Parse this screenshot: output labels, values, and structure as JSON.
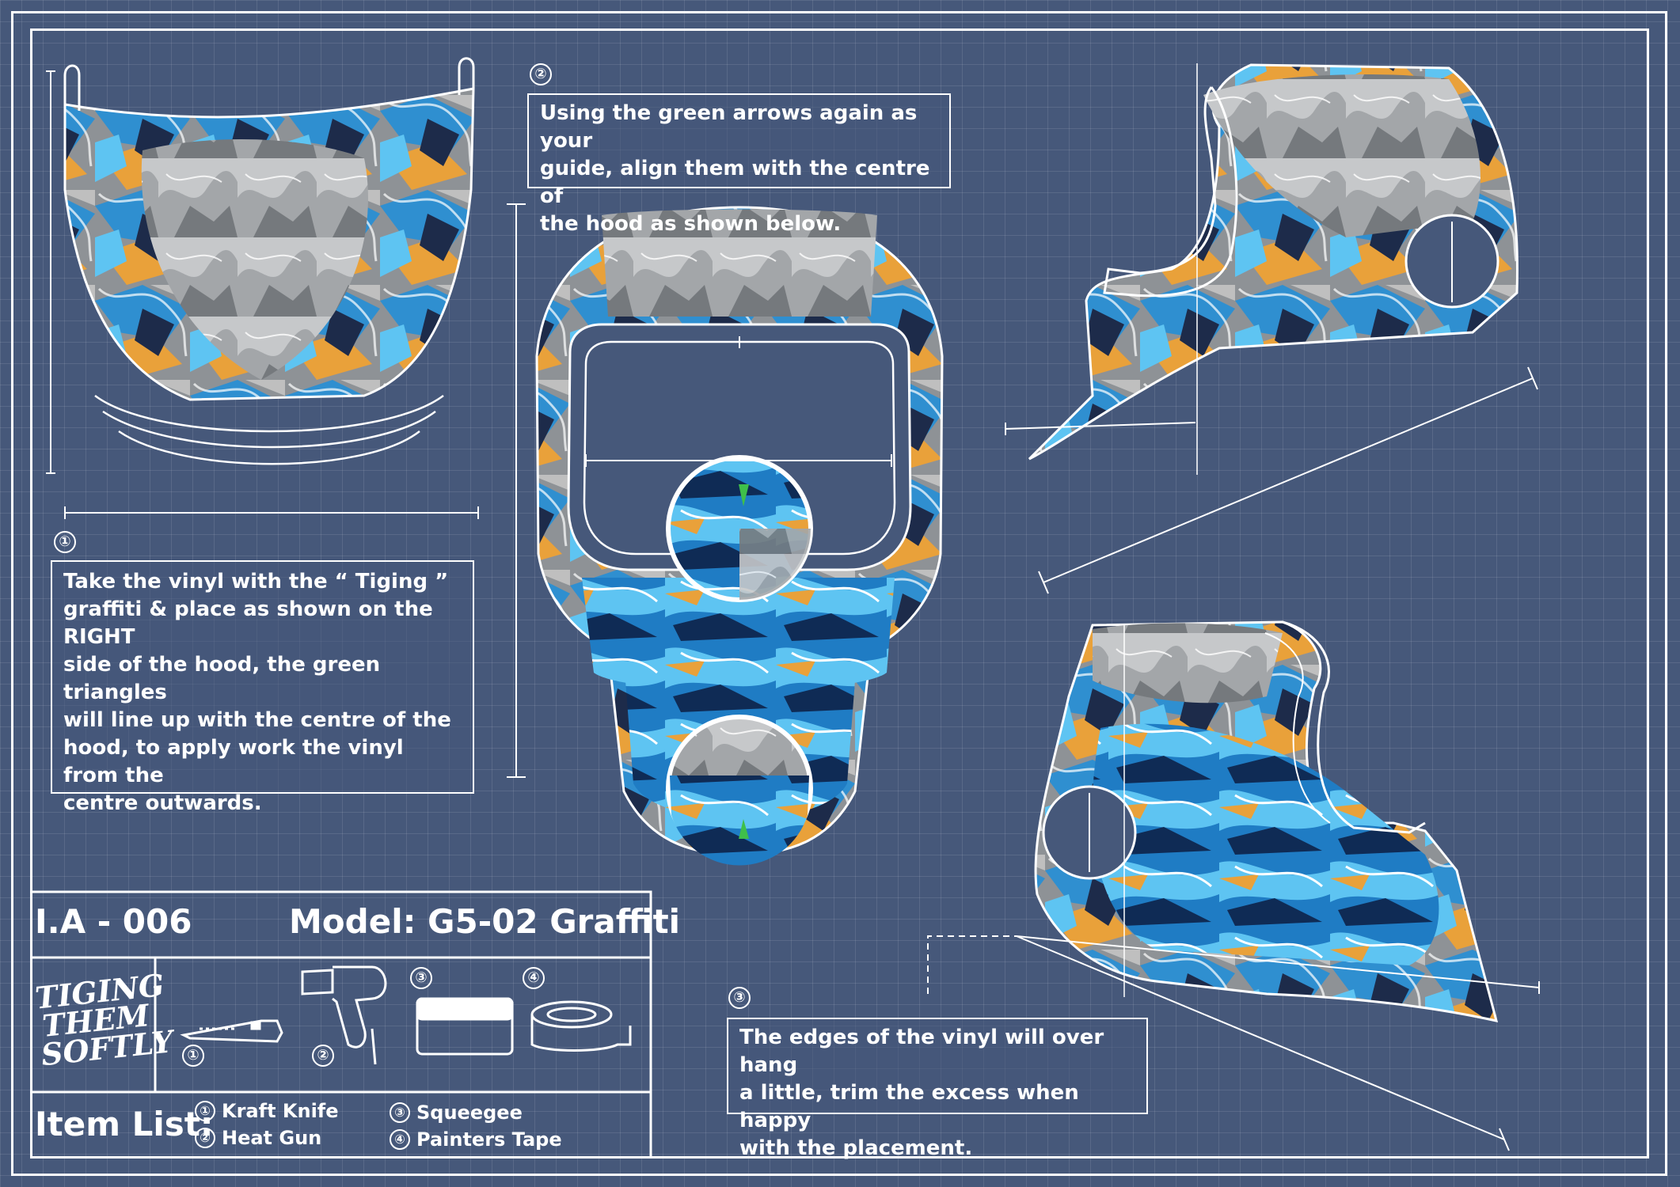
{
  "steps": [
    {
      "number": "①",
      "text": "Take the vinyl with the “ Tiging ”\ngraffiti & place as shown on the RIGHT\nside of the hood, the green triangles\nwill line up with the centre of the\nhood, to apply work the vinyl from the\ncentre outwards."
    },
    {
      "number": "②",
      "text": "Using the green arrows again as your\nguide, align them with the centre of\nthe hood as shown below."
    },
    {
      "number": "③",
      "text": "The edges of the vinyl will over hang\na little, trim the excess when happy\nwith the placement."
    }
  ],
  "info": {
    "code": "I.A - 006",
    "model": "Model: G5-02 Graffiti",
    "brand": "TIGING\nTHEM\nSOFTLY",
    "item_list_label": "Item List:",
    "items": [
      {
        "number": "①",
        "label": "Kraft Knife"
      },
      {
        "number": "②",
        "label": "Heat Gun"
      },
      {
        "number": "③",
        "label": "Squeegee"
      },
      {
        "number": "④",
        "label": "Painters Tape"
      }
    ],
    "tool_numbers": [
      "①",
      "②",
      "③",
      "④"
    ]
  },
  "colors": {
    "background": "#46587a",
    "grid_line": "#ffffff",
    "graffiti_blue": "#2f8fd0",
    "graffiti_light_blue": "#5ec4f2",
    "graffiti_orange": "#e9a13a",
    "graffiti_gray": "#9a9a9a",
    "graffiti_dark": "#1d2b4a",
    "align_triangle": "#3fbf4a"
  }
}
